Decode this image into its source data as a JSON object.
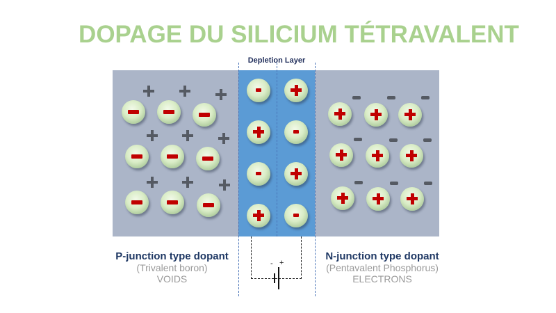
{
  "title": "DOPAGE DU SILICIUM TÉTRAVALENT",
  "depletion_layer": {
    "label": "Depletion Layer",
    "left_column": [
      "-",
      "+",
      "-",
      "+"
    ],
    "right_column": [
      "+",
      "-",
      "+",
      "-"
    ]
  },
  "p_region": {
    "ion_sign": "-",
    "carrier_sign": "+",
    "rows": 3,
    "cols": 3
  },
  "n_region": {
    "ion_sign": "+",
    "carrier_sign": "-",
    "rows": 3,
    "cols": 3
  },
  "captions": {
    "p": {
      "title": "P-junction type dopant",
      "subtitle": "(Trivalent  boron)",
      "carrier": "VOIDS"
    },
    "n": {
      "title": "N-junction type dopant",
      "subtitle": "(Pentavalent  Phosphorus)",
      "carrier": "ELECTRONS"
    }
  },
  "battery": {
    "minus_label": "-",
    "plus_label": "+"
  },
  "colors": {
    "title": "#a9d18e",
    "panel": "#abb5c8",
    "depletion": "#5b9bd5",
    "ion_sign": "#c00000",
    "carrier": "#555a63",
    "caption_title": "#1f3864",
    "caption_sub": "#9a9a9a"
  }
}
